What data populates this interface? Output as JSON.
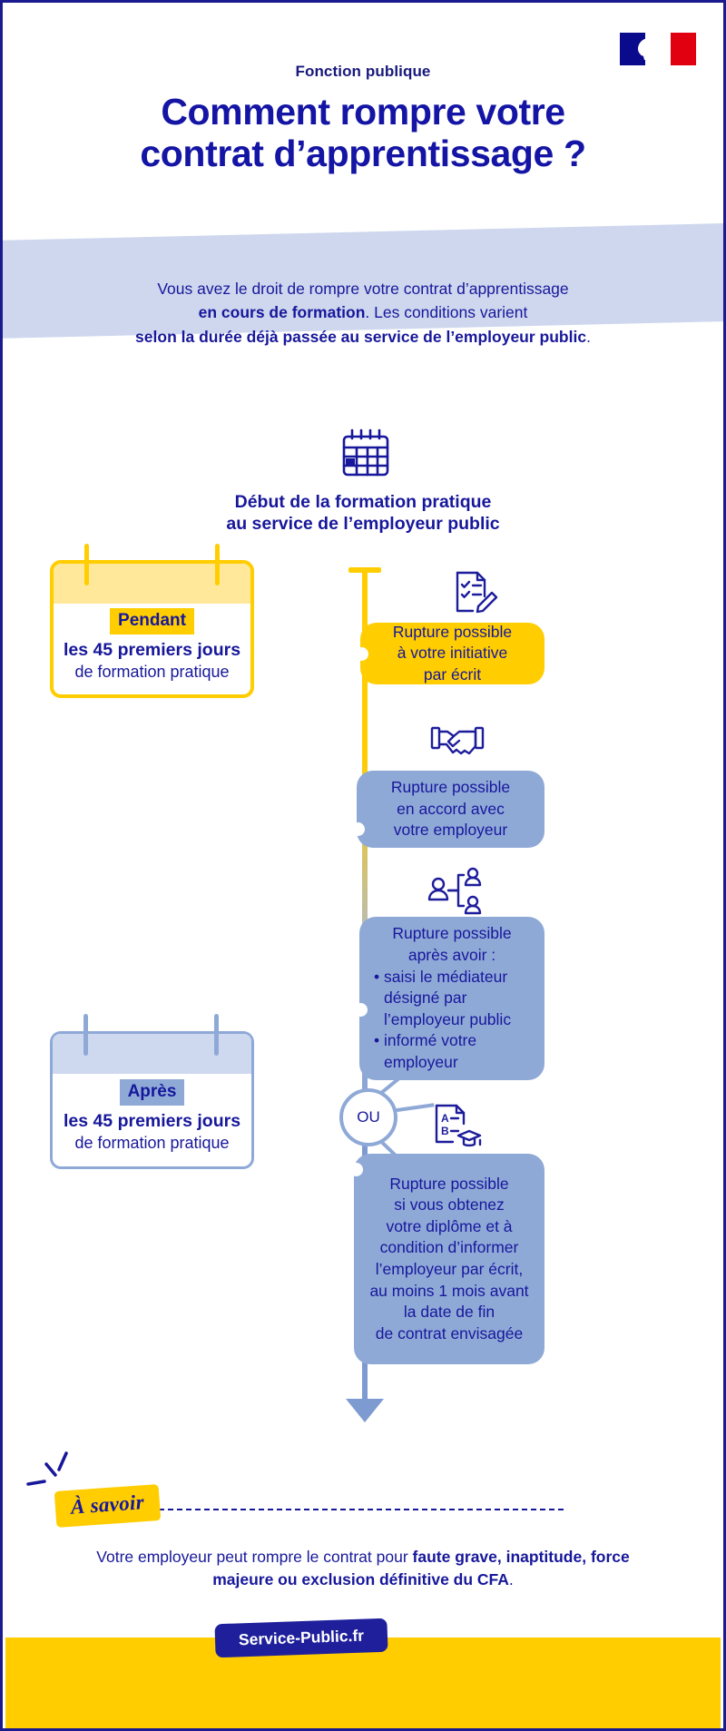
{
  "header": {
    "kicker": "Fonction publique",
    "title_line1": "Comment rompre votre",
    "title_line2": "contrat d’apprentissage ?",
    "flag_icon": "french-republic-flag-marianne"
  },
  "intro": {
    "line1_normal": "Vous avez le droit de rompre votre contrat d’apprentissage",
    "line2_bold": "en cours de formation",
    "line2_normal": ". Les conditions varient",
    "line3_bold": "selon la durée déjà passée au service de l’employeur public",
    "line3_normal": "."
  },
  "milestone": {
    "icon": "calendar-icon",
    "line1": "Début de la formation pratique",
    "line2": "au service de l’employeur public"
  },
  "periods": [
    {
      "id": "pendant",
      "icon": "calendar-card-icon",
      "chip": "Pendant",
      "line1": "les 45 premiers jours",
      "line2": "de formation pratique"
    },
    {
      "id": "apres",
      "icon": "calendar-card-icon",
      "chip": "Après",
      "line1": "les 45 premiers jours",
      "line2": "de formation pratique"
    }
  ],
  "junction": {
    "label": "OU"
  },
  "outcomes": [
    {
      "id": "initiative",
      "icon": "checklist-pencil-icon",
      "lines": [
        "Rupture possible",
        "à votre initiative",
        "par écrit"
      ],
      "bullets": []
    },
    {
      "id": "accord",
      "icon": "handshake-icon",
      "lines": [
        "Rupture possible",
        "en accord avec",
        "votre employeur"
      ],
      "bullets": []
    },
    {
      "id": "mediateur",
      "icon": "mediation-people-icon",
      "lines": [
        "Rupture possible",
        "après avoir :"
      ],
      "bullets": [
        "saisi le médiateur désigné par l’employeur public",
        "informé votre employeur"
      ]
    },
    {
      "id": "diplome",
      "icon": "diploma-graduation-icon",
      "lines": [
        "Rupture possible",
        "si vous obtenez",
        "votre diplôme et à",
        "condition d’informer",
        "l’employeur par écrit,",
        "au moins 1 mois avant",
        "la date de fin",
        "de contrat envisagée"
      ],
      "bullets": []
    }
  ],
  "note": {
    "chip": "À savoir",
    "text_normal": "Votre employeur peut rompre le contrat pour ",
    "text_bold": "faute grave, inaptitude, force majeure ou exclusion définitive du CFA",
    "text_end": "."
  },
  "footer": {
    "logo": "Service-Public.fr"
  },
  "colors": {
    "brand_blue": "#17179b",
    "title_blue": "#1414a5",
    "yellow": "#ffcd00",
    "light_yellow": "#ffe89a",
    "light_blue": "#8fa9d7",
    "band_blue": "#ced7ee",
    "logo_blue": "#1f1f9c",
    "flag_red": "#e1000f"
  }
}
